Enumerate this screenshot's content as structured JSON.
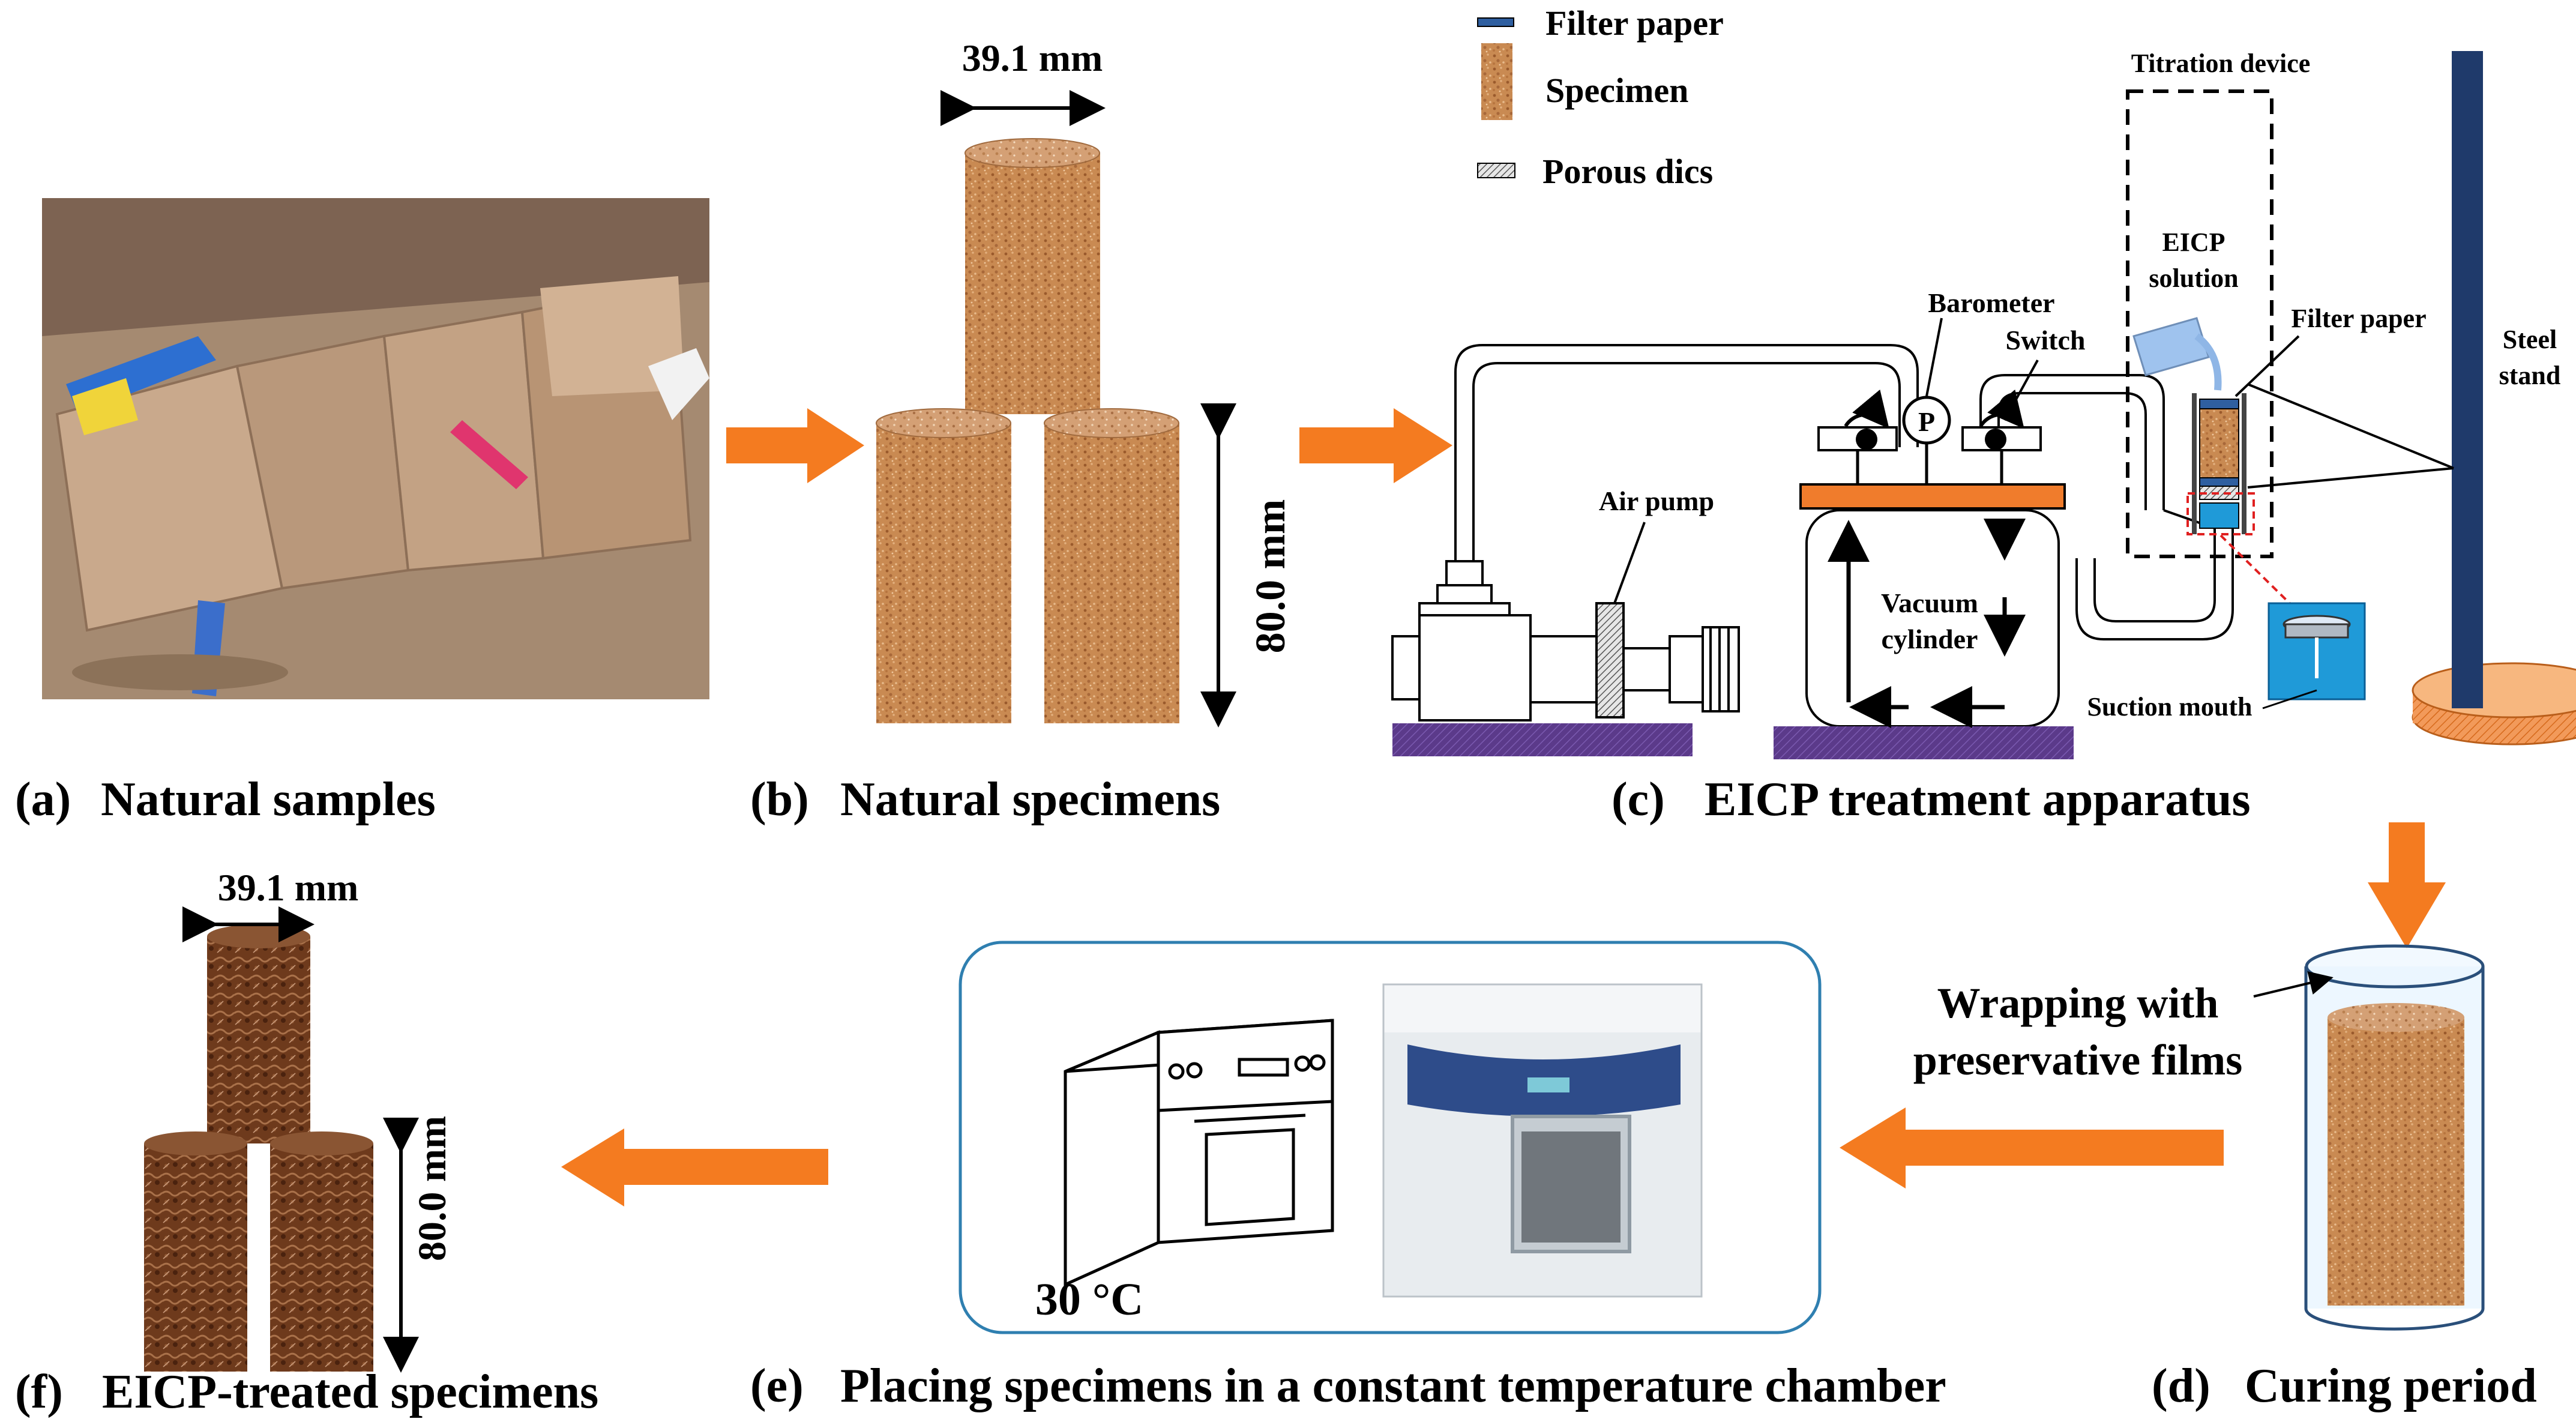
{
  "panels": {
    "a": {
      "letter": "(a)",
      "caption": "Natural samples"
    },
    "b": {
      "letter": "(b)",
      "caption": "Natural specimens",
      "diameter": "39.1 mm",
      "height": "80.0 mm"
    },
    "c": {
      "letter": "(c)",
      "caption": "EICP treatment apparatus",
      "legend": {
        "filter_paper": "Filter paper",
        "specimen": "Specimen",
        "porous_disc": "Porous dics"
      },
      "labels": {
        "titration_device": "Titration device",
        "eicp_solution_1": "EICP",
        "eicp_solution_2": "solution",
        "filter_paper": "Filter paper",
        "steel_stand_1": "Steel",
        "steel_stand_2": "stand",
        "barometer": "Barometer",
        "switch": "Switch",
        "gauge": "P",
        "air_pump": "Air pump",
        "vacuum_cylinder_1": "Vacuum",
        "vacuum_cylinder_2": "cylinder",
        "suction_mouth": "Suction mouth"
      }
    },
    "d": {
      "letter": "(d)",
      "caption": "Curing period",
      "wrap_1": "Wrapping with",
      "wrap_2": "preservative films"
    },
    "e": {
      "letter": "(e)",
      "caption": "Placing specimens in a constant temperature chamber",
      "temperature": "30 °C"
    },
    "f": {
      "letter": "(f)",
      "caption": "EICP-treated specimens",
      "diameter": "39.1 mm",
      "height": "80.0 mm"
    }
  },
  "colors": {
    "arrow": "#f47b20",
    "soil": "#c98a52",
    "treated": "#6e3a1c",
    "base": "#5b3a8a",
    "steel": "#1f3a6b",
    "plate": "#f07c2c",
    "water": "#1f9ad8",
    "frame": "#2f7fb0"
  }
}
